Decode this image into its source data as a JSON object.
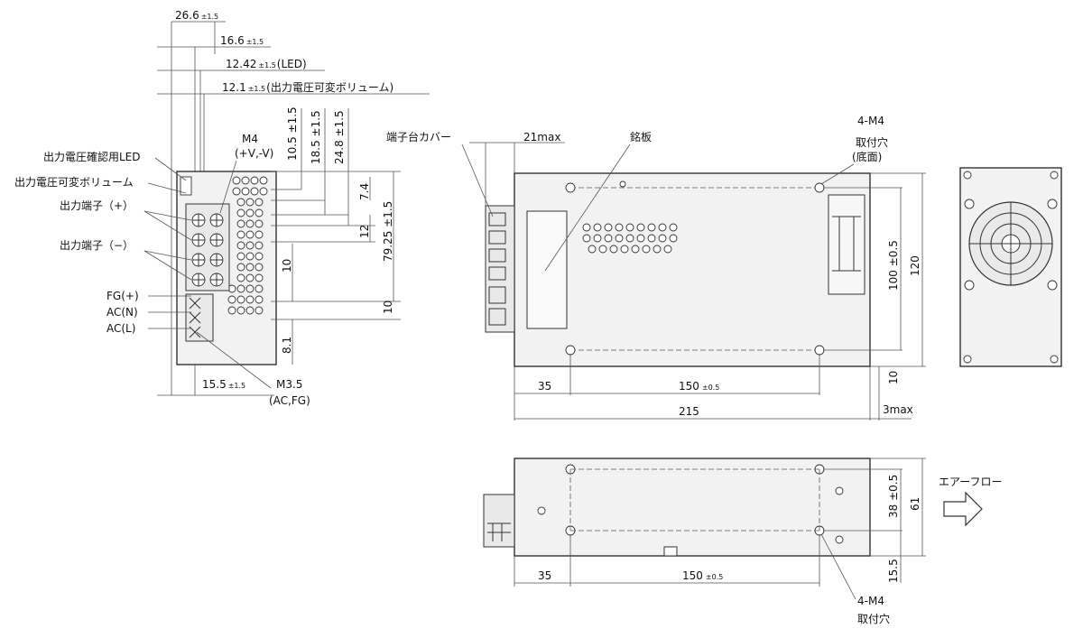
{
  "front_view": {
    "dim_26_6": {
      "value": "26.6",
      "tol": "±1.5"
    },
    "dim_16_6": {
      "value": "16.6",
      "tol": "±1.5"
    },
    "dim_12_42": {
      "value": "12.42",
      "tol": "±1.5",
      "note": "(LED)"
    },
    "dim_12_1": {
      "value": "12.1",
      "tol": "±1.5",
      "note": "(出力電圧可変ボリューム)"
    },
    "m4_label": "M4",
    "m4_note": "(+V,-V)",
    "dim_10_5": "10.5 ±1.5",
    "dim_18_5": "18.5 ±1.5",
    "dim_24_8": "24.8 ±1.5",
    "dim_7_4": "7.4",
    "dim_12": "12",
    "dim_79_25": "79.25 ±1.5",
    "dim_10a": "10",
    "dim_10b": "10",
    "dim_8_1": "8.1",
    "dim_15_5": {
      "value": "15.5",
      "tol": "±1.5"
    },
    "m3_5_label": "M3.5",
    "m3_5_note": "(AC,FG)",
    "labels": {
      "led": "出力電圧確認用LED",
      "vr": "出力電圧可変ボリューム",
      "out_plus": "出力端子（+）",
      "out_minus": "出力端子（−）",
      "fg": "FG(+)",
      "acn": "AC(N)",
      "acl": "AC(L)"
    }
  },
  "side_view": {
    "terminal_cover": "端子台カバー",
    "dim_21max": "21max",
    "nameplate": "銘板",
    "mount_label": "4-M4",
    "mount_hole": "取付穴",
    "mount_note": "(底面)",
    "dim_35": "35",
    "dim_150": {
      "value": "150",
      "tol": "±0.5"
    },
    "dim_215": "215",
    "dim_3max": "3max",
    "dim_100": "100 ±0.5",
    "dim_120": "120",
    "dim_10": "10"
  },
  "bottom_view": {
    "dim_35": "35",
    "dim_150": {
      "value": "150",
      "tol": "±0.5"
    },
    "dim_38": "38 ±0.5",
    "dim_61": "61",
    "dim_15_5": "15.5",
    "mount_label": "4-M4",
    "mount_hole": "取付穴",
    "airflow": "エアーフロー"
  }
}
